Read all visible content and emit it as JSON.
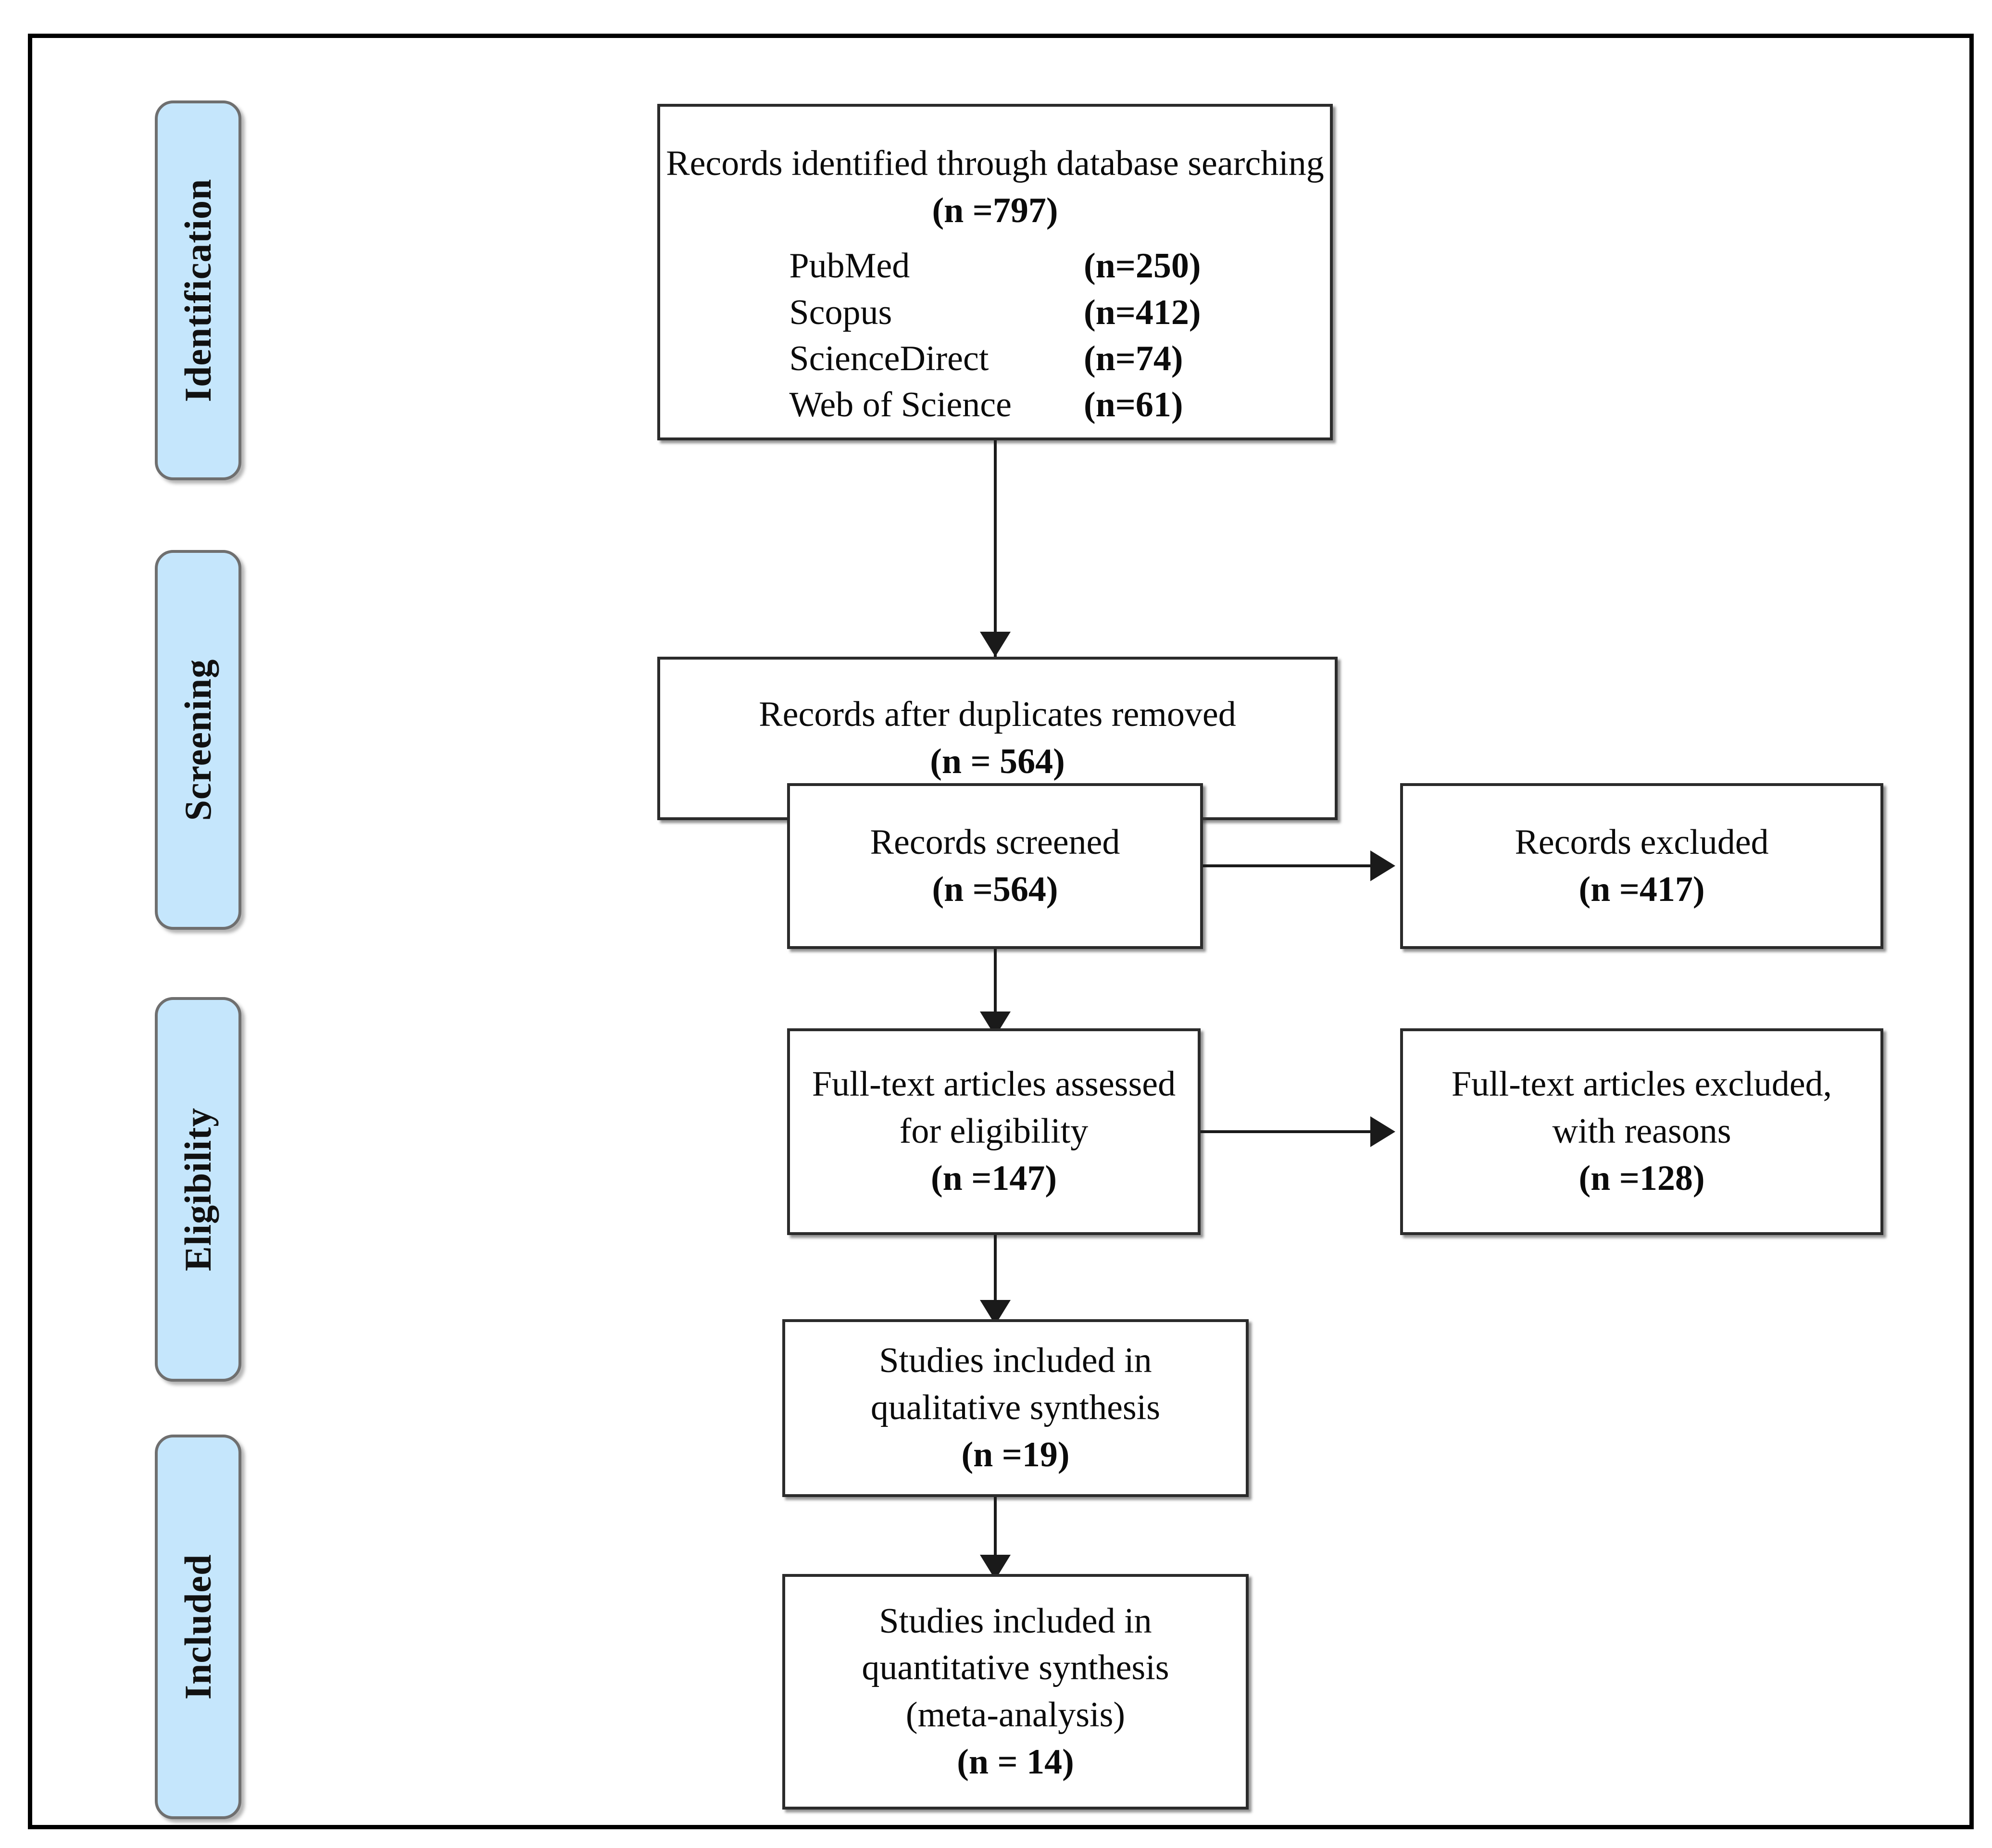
{
  "diagram": {
    "title": "PRISMA flow diagram",
    "accent_color": "#c5e6fc",
    "border_color": "#2b2b2b",
    "line_color": "#1a1a1a"
  },
  "stages": [
    {
      "label": "Identification"
    },
    {
      "label": "Screening"
    },
    {
      "label": "Eligibility"
    },
    {
      "label": "Included"
    }
  ],
  "boxes": {
    "identified": {
      "line1": "Records identified through database searching",
      "line2": "(n =797)",
      "sources": [
        {
          "name": "PubMed",
          "count": "(n=250)"
        },
        {
          "name": "Scopus",
          "count": "(n=412)"
        },
        {
          "name": "ScienceDirect",
          "count": "(n=74)"
        },
        {
          "name": "Web of Science",
          "count": "(n=61)"
        }
      ]
    },
    "duplicates_removed": {
      "line1": "Records after duplicates removed",
      "line2": "(n = 564)"
    },
    "records_screened": {
      "line1": "Records screened",
      "line2": "(n =564)"
    },
    "records_excluded": {
      "line1": "Records excluded",
      "line2": "(n =417)"
    },
    "fulltext_assessed": {
      "line1": "Full-text articles assessed",
      "line2": "for eligibility",
      "line3": "(n =147)"
    },
    "fulltext_excluded": {
      "line1": "Full-text articles excluded,",
      "line2": "with reasons",
      "line3": "(n =128)"
    },
    "qualitative": {
      "line1": "Studies included in",
      "line2": "qualitative synthesis",
      "line3": "(n =19)"
    },
    "quantitative": {
      "line1": "Studies included in",
      "line2": "quantitative synthesis",
      "line3": "(meta-analysis)",
      "line4": "(n = 14)"
    }
  },
  "chart_data": {
    "type": "diagram",
    "title": "PRISMA flow diagram",
    "nodes": [
      {
        "id": "identified",
        "stage": "Identification",
        "label": "Records identified through database searching",
        "n": 797,
        "breakdown": [
          {
            "source": "PubMed",
            "n": 250
          },
          {
            "source": "Scopus",
            "n": 412
          },
          {
            "source": "ScienceDirect",
            "n": 74
          },
          {
            "source": "Web of Science",
            "n": 61
          }
        ]
      },
      {
        "id": "duplicates_removed",
        "stage": "Screening",
        "label": "Records after duplicates removed",
        "n": 564
      },
      {
        "id": "records_screened",
        "stage": "Screening",
        "label": "Records screened",
        "n": 564
      },
      {
        "id": "records_excluded",
        "stage": "Screening",
        "label": "Records excluded",
        "n": 417
      },
      {
        "id": "fulltext_assessed",
        "stage": "Eligibility",
        "label": "Full-text articles assessed for eligibility",
        "n": 147
      },
      {
        "id": "fulltext_excluded",
        "stage": "Eligibility",
        "label": "Full-text articles excluded, with reasons",
        "n": 128
      },
      {
        "id": "qualitative",
        "stage": "Included",
        "label": "Studies included in qualitative synthesis",
        "n": 19
      },
      {
        "id": "quantitative",
        "stage": "Included",
        "label": "Studies included in quantitative synthesis (meta-analysis)",
        "n": 14
      }
    ],
    "edges": [
      {
        "from": "identified",
        "to": "duplicates_removed",
        "direction": "down"
      },
      {
        "from": "duplicates_removed",
        "to": "records_screened",
        "direction": "down"
      },
      {
        "from": "records_screened",
        "to": "records_excluded",
        "direction": "right"
      },
      {
        "from": "records_screened",
        "to": "fulltext_assessed",
        "direction": "down"
      },
      {
        "from": "fulltext_assessed",
        "to": "fulltext_excluded",
        "direction": "right"
      },
      {
        "from": "fulltext_assessed",
        "to": "qualitative",
        "direction": "down"
      },
      {
        "from": "qualitative",
        "to": "quantitative",
        "direction": "down"
      }
    ]
  }
}
